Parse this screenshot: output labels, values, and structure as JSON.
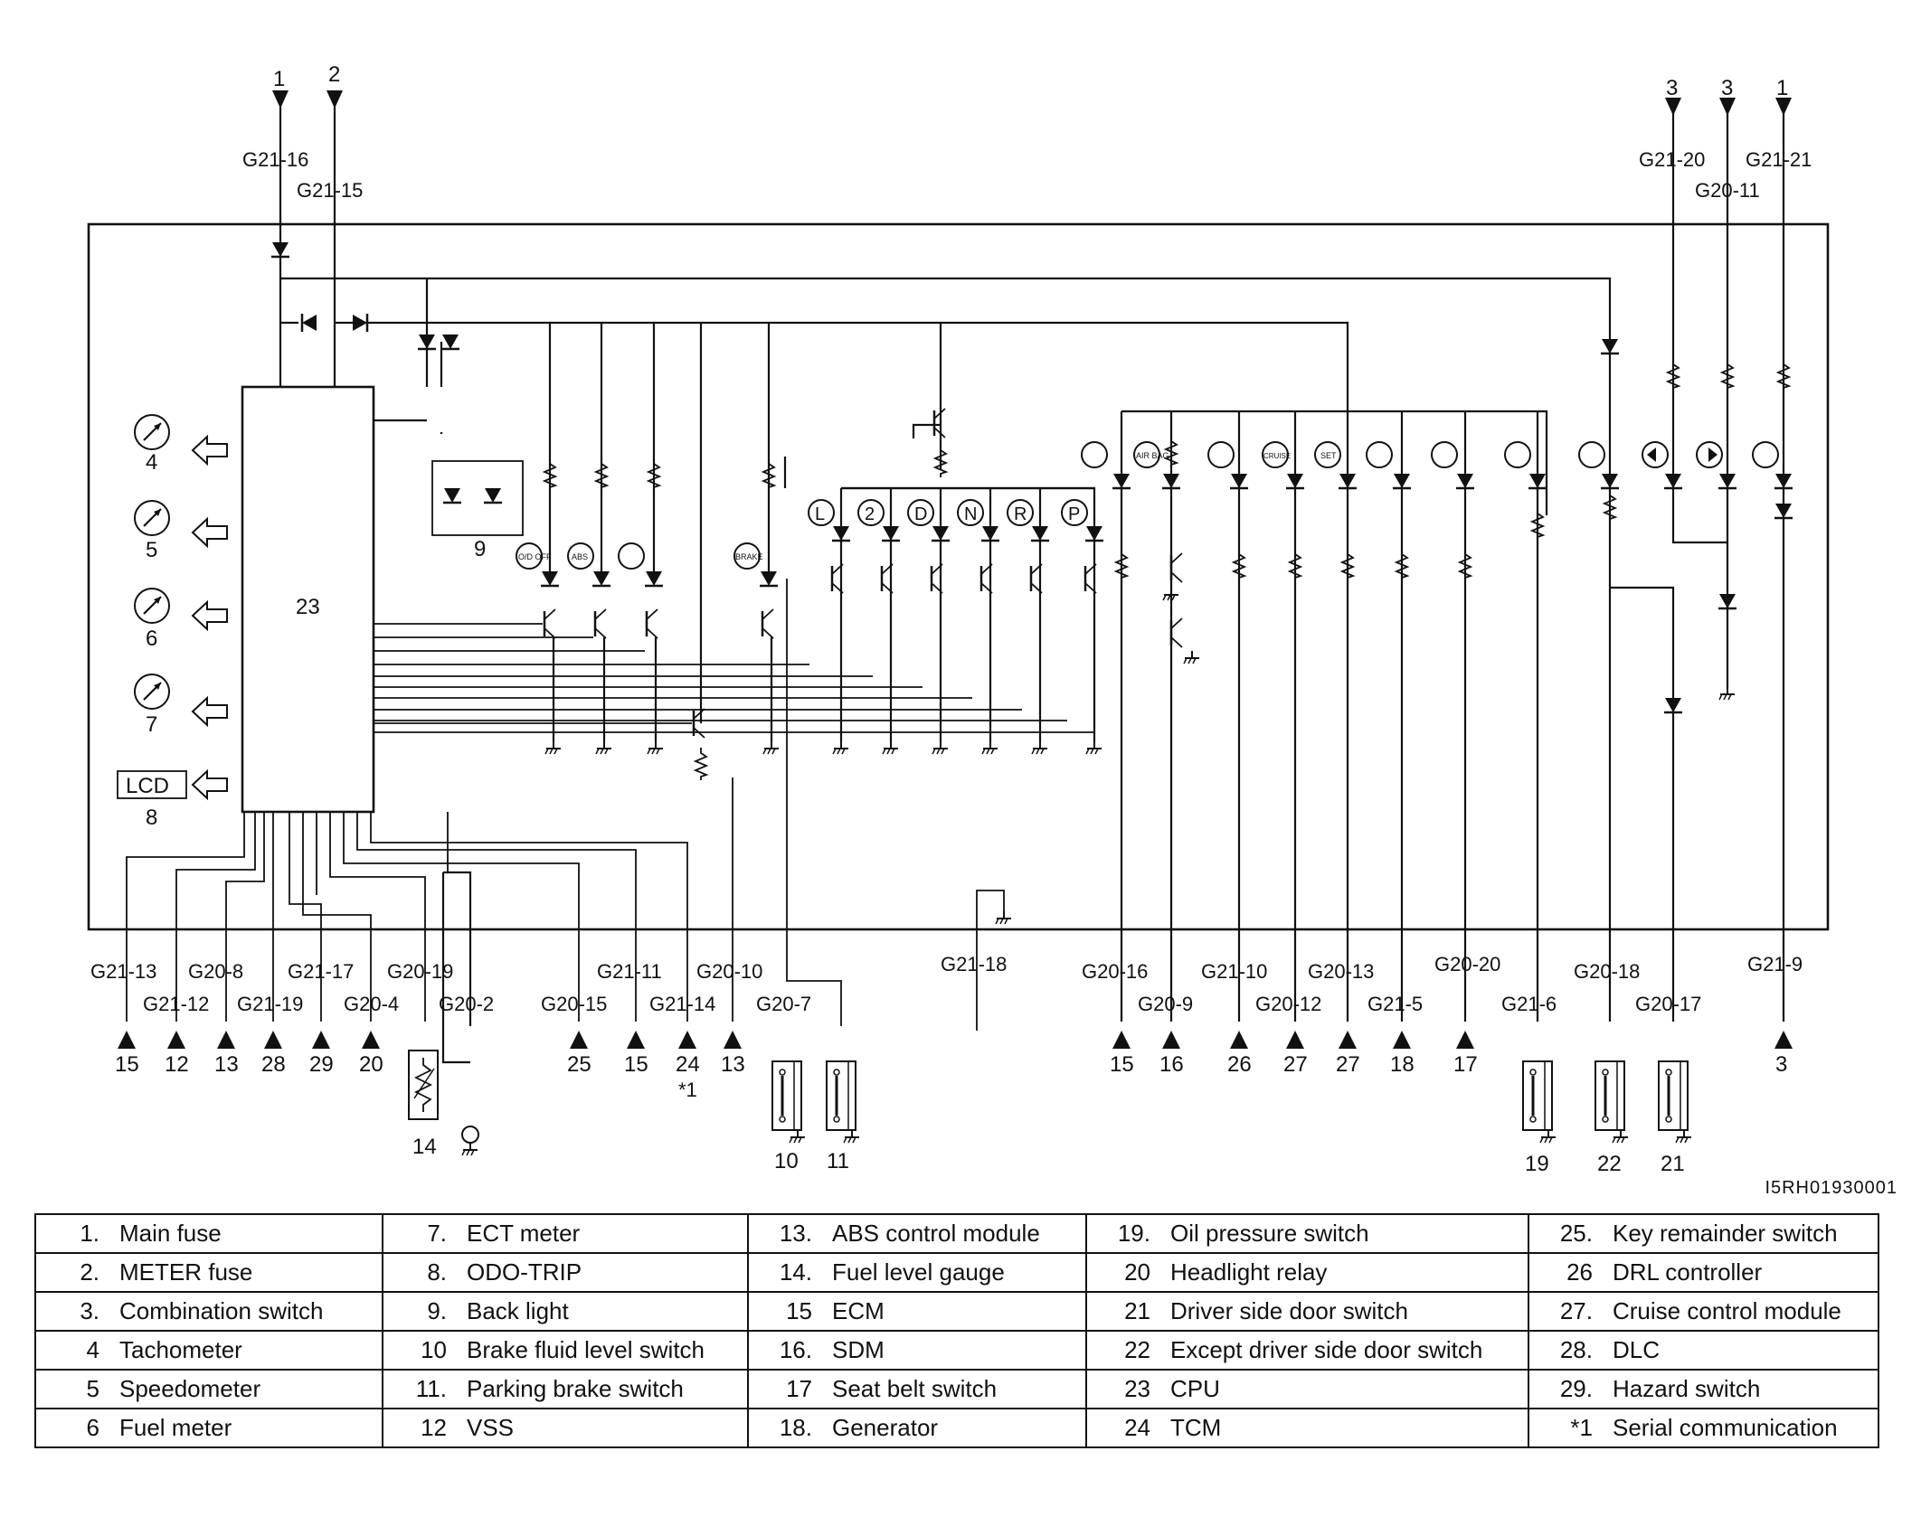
{
  "diagram": {
    "ref_code": "I5RH01930001",
    "cpu_label": "23",
    "lcd_label": "LCD",
    "top_connectors": [
      {
        "num": "1",
        "pin": "G21-16"
      },
      {
        "num": "2",
        "pin": "G21-15"
      },
      {
        "num": "3",
        "pin": "G21-20"
      },
      {
        "num": "3",
        "pin": "G20-11"
      },
      {
        "num": "1",
        "pin": "G21-21"
      }
    ],
    "gauges": [
      {
        "num": "4"
      },
      {
        "num": "5"
      },
      {
        "num": "6"
      },
      {
        "num": "7"
      },
      {
        "num": "8"
      }
    ],
    "backlight_label": "9",
    "shift_letters": [
      "L",
      "2",
      "D",
      "N",
      "R",
      "P"
    ],
    "indicator_labels": {
      "od_off": "O/D OFF",
      "abs": "ABS",
      "ect_brake": "BRAKE",
      "airbag": "AIR BAG",
      "cruise": "CRUISE",
      "set": "SET"
    },
    "bottom_pins": [
      {
        "pin": "G21-13",
        "num": "15"
      },
      {
        "pin": "G21-12",
        "num": "12"
      },
      {
        "pin": "G20-8",
        "num": "13"
      },
      {
        "pin": "G21-19",
        "num": "28"
      },
      {
        "pin": "G21-17",
        "num": "29"
      },
      {
        "pin": "G20-4",
        "num": "20"
      },
      {
        "pin": "G20-19",
        "num": ""
      },
      {
        "pin": "G20-2",
        "num": ""
      },
      {
        "pin": "G20-15",
        "num": "25"
      },
      {
        "pin": "G21-11",
        "num": "15"
      },
      {
        "pin": "G21-14",
        "num": "24"
      },
      {
        "pin": "G20-10",
        "num": "13"
      },
      {
        "pin": "G20-7",
        "num": ""
      },
      {
        "pin": "G21-18",
        "num": ""
      },
      {
        "pin": "G20-16",
        "num": "15"
      },
      {
        "pin": "G20-9",
        "num": "16"
      },
      {
        "pin": "G21-10",
        "num": "26"
      },
      {
        "pin": "G20-12",
        "num": "27"
      },
      {
        "pin": "G20-13",
        "num": "27"
      },
      {
        "pin": "G21-5",
        "num": "18"
      },
      {
        "pin": "G20-20",
        "num": "17"
      },
      {
        "pin": "G21-6",
        "num": ""
      },
      {
        "pin": "G20-18",
        "num": ""
      },
      {
        "pin": "G20-17",
        "num": ""
      },
      {
        "pin": "G21-9",
        "num": "3"
      }
    ],
    "serial_note": "*1",
    "bottom_components": [
      {
        "num": "14"
      },
      {
        "num": "10"
      },
      {
        "num": "11"
      },
      {
        "num": "19"
      },
      {
        "num": "22"
      },
      {
        "num": "21"
      }
    ]
  },
  "legend": {
    "columns": [
      [
        {
          "num": "1.",
          "text": "Main fuse"
        },
        {
          "num": "2.",
          "text": "METER fuse"
        },
        {
          "num": "3.",
          "text": "Combination switch"
        },
        {
          "num": "4",
          "text": "Tachometer"
        },
        {
          "num": "5",
          "text": "Speedometer"
        },
        {
          "num": "6",
          "text": "Fuel meter"
        }
      ],
      [
        {
          "num": "7.",
          "text": "ECT meter"
        },
        {
          "num": "8.",
          "text": "ODO-TRIP"
        },
        {
          "num": "9.",
          "text": "Back light"
        },
        {
          "num": "10",
          "text": "Brake fluid level switch"
        },
        {
          "num": "11.",
          "text": "Parking brake switch"
        },
        {
          "num": "12",
          "text": "VSS"
        }
      ],
      [
        {
          "num": "13.",
          "text": "ABS control module"
        },
        {
          "num": "14.",
          "text": "Fuel level gauge"
        },
        {
          "num": "15",
          "text": "ECM"
        },
        {
          "num": "16.",
          "text": "SDM"
        },
        {
          "num": "17",
          "text": "Seat belt switch"
        },
        {
          "num": "18.",
          "text": "Generator"
        }
      ],
      [
        {
          "num": "19.",
          "text": "Oil pressure switch"
        },
        {
          "num": "20",
          "text": "Headlight relay"
        },
        {
          "num": "21",
          "text": "Driver side door switch"
        },
        {
          "num": "22",
          "text": "Except driver side door switch"
        },
        {
          "num": "23",
          "text": "CPU"
        },
        {
          "num": "24",
          "text": "TCM"
        }
      ],
      [
        {
          "num": "25.",
          "text": "Key remainder switch"
        },
        {
          "num": "26",
          "text": "DRL controller"
        },
        {
          "num": "27.",
          "text": "Cruise control module"
        },
        {
          "num": "28.",
          "text": "DLC"
        },
        {
          "num": "29.",
          "text": "Hazard switch"
        },
        {
          "num": "*1",
          "text": "Serial communication"
        }
      ]
    ]
  }
}
